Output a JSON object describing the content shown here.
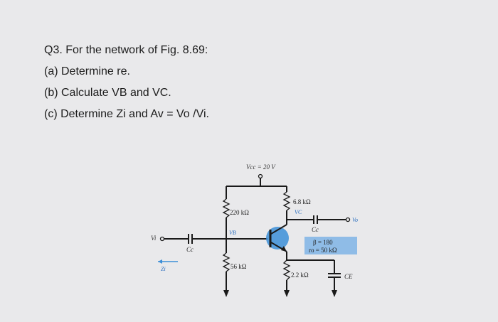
{
  "question": {
    "title": "Q3. For the network of Fig. 8.69:",
    "part_a": "(a) Determine re.",
    "part_b": "(b) Calculate VB and VC.",
    "part_c": "(c) Determine Zi and Av = Vo /Vi."
  },
  "circuit": {
    "vcc": "Vcc = 20 V",
    "rb1": "220 kΩ",
    "rb2": "56 kΩ",
    "rc": "6.8 kΩ",
    "re": "2.2 kΩ",
    "vb": "VB",
    "vc": "VC",
    "vi": "Vi",
    "vo": "Vo",
    "zi": "Zi",
    "cc_in": "Cc",
    "cc_out": "Cc",
    "ce": "CE",
    "beta": "β = 180",
    "ro": "ro = 50 kΩ",
    "colors": {
      "highlight": "#3c8fd8",
      "ink": "#1a1a1a"
    }
  }
}
